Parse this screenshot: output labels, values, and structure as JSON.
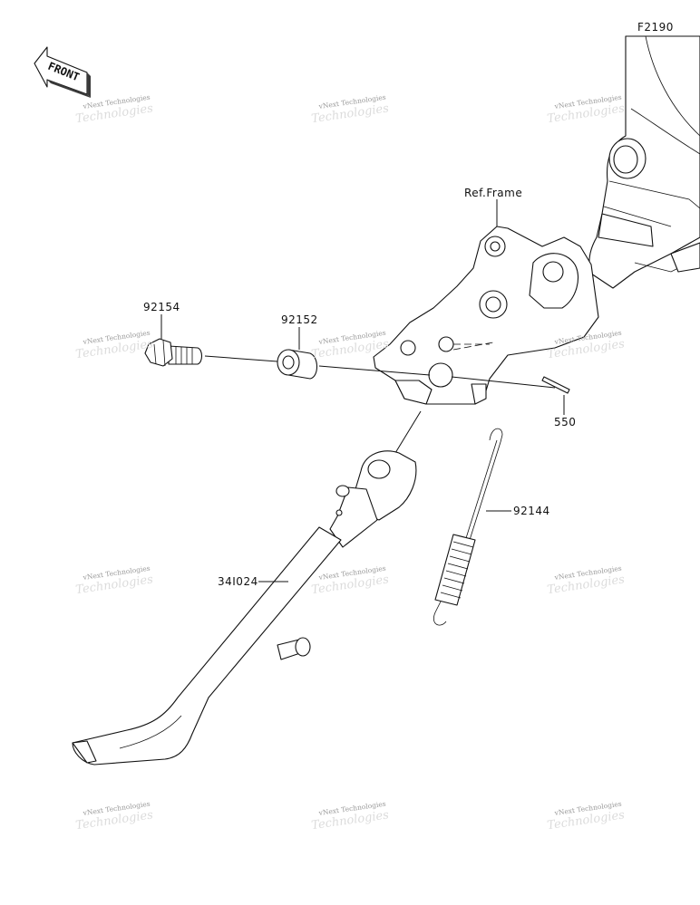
{
  "diagram": {
    "figure_id": "F2190",
    "front_label": "FRONT",
    "reference_label": "Ref.Frame",
    "watermark_text": "vNext Technologies",
    "parts": [
      {
        "number": "92154",
        "name_key": "bolt"
      },
      {
        "number": "92152",
        "name_key": "collar"
      },
      {
        "number": "550",
        "name_key": "cotter-pin"
      },
      {
        "number": "92144",
        "name_key": "spring"
      },
      {
        "number": "34I024",
        "name_key": "side-stand"
      }
    ]
  }
}
